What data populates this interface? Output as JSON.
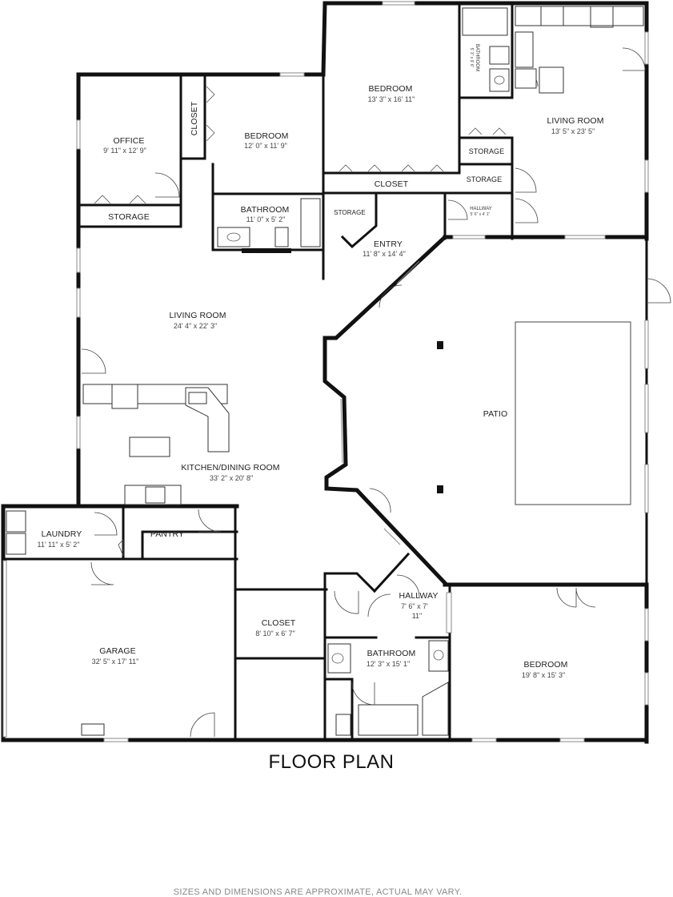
{
  "plan": {
    "title": "FLOOR PLAN",
    "disclaimer": "SIZES AND DIMENSIONS ARE APPROXIMATE, ACTUAL MAY VARY."
  },
  "rooms": {
    "office": {
      "name": "OFFICE",
      "dim": "9' 11\" x 12' 9\""
    },
    "closet_upper": {
      "name": "CLOSET"
    },
    "bedroom_upper": {
      "name": "BEDROOM",
      "dim": "12' 0\" x 11' 9\""
    },
    "bedroom_top": {
      "name": "BEDROOM",
      "dim": "13' 3\" x 16' 11\""
    },
    "living_room_top_right": {
      "name": "LIVING ROOM",
      "dim": "13' 5\" x 23' 5\""
    },
    "bathroom_small_right": {
      "name": "BATHROOM",
      "dim": "5' 3\" x 9' 6\""
    },
    "storage_right_1": {
      "name": "STORAGE"
    },
    "storage_right_2": {
      "name": "STORAGE"
    },
    "closet_mid": {
      "name": "CLOSET"
    },
    "storage_office": {
      "name": "STORAGE"
    },
    "bathroom_mid": {
      "name": "BATHROOM",
      "dim": "11' 0\" x 5' 2\""
    },
    "storage_entry": {
      "name": "STORAGE"
    },
    "hallway_small": {
      "name": "HALLWAY",
      "dim": "5' 6\" x 4' 1\""
    },
    "entry": {
      "name": "ENTRY",
      "dim": "11' 8\" x 14' 4\""
    },
    "living_room": {
      "name": "LIVING ROOM",
      "dim": "24' 4\" x 22' 3\""
    },
    "patio": {
      "name": "PATIO"
    },
    "kitchen_dining": {
      "name": "KITCHEN/DINING ROOM",
      "dim": "33' 2\" x 20' 8\""
    },
    "laundry": {
      "name": "LAUNDRY",
      "dim": "11' 11\" x 5' 2\""
    },
    "pantry": {
      "name": "PANTRY"
    },
    "garage": {
      "name": "GARAGE",
      "dim": "32' 5\" x 17' 11\""
    },
    "closet_lower": {
      "name": "CLOSET",
      "dim": "8' 10\" x 6' 7\""
    },
    "hallway": {
      "name": "HALLWAY",
      "dim": "7' 6\" x 7'",
      "dim2": "11\""
    },
    "bathroom_lower": {
      "name": "BATHROOM",
      "dim": "12' 3\" x 15' 1\""
    },
    "bedroom_lower": {
      "name": "BEDROOM",
      "dim": "19' 8\" x 15' 3\""
    }
  }
}
